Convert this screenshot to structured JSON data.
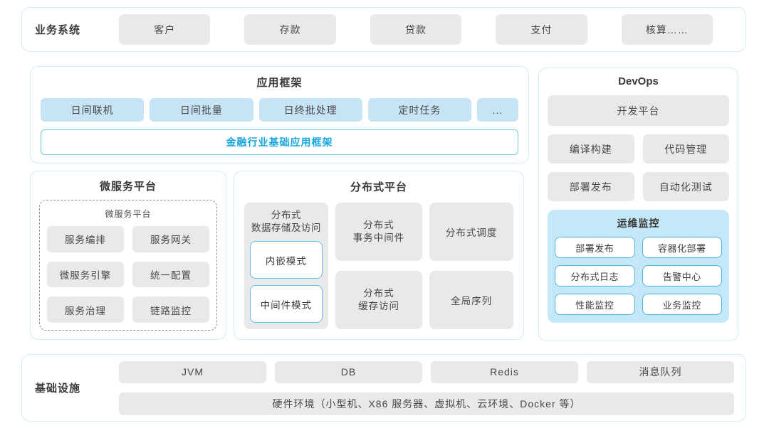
{
  "colors": {
    "panel_border": "#d2ebf5",
    "gray_box": "#e9e9e9",
    "blue_box": "#c7e4f5",
    "monitor_bg": "#c4e8f8",
    "monitor_box_border": "#4fb6e3",
    "accent_text": "#18a6e0",
    "text": "#404040"
  },
  "business": {
    "label": "业务系统",
    "items": [
      "客户",
      "存款",
      "贷款",
      "支付",
      "核算……"
    ]
  },
  "app_framework": {
    "title": "应用框架",
    "items": [
      "日间联机",
      "日间批量",
      "日终批处理",
      "定时任务",
      "..."
    ],
    "base_label": "金融行业基础应用框架"
  },
  "devops": {
    "title": "DevOps",
    "dev_platform": "开发平台",
    "items": [
      "编译构建",
      "代码管理",
      "部署发布",
      "自动化测试"
    ],
    "monitor": {
      "title": "运维监控",
      "items": [
        "部署发布",
        "容器化部署",
        "分布式日志",
        "告警中心",
        "性能监控",
        "业务监控"
      ]
    }
  },
  "microservice": {
    "title": "微服务平台",
    "inner_title": "微服务平台",
    "items": [
      "服务编排",
      "服务网关",
      "微服务引擎",
      "统一配置",
      "服务治理",
      "链路监控"
    ]
  },
  "distributed": {
    "title": "分布式平台",
    "storage_label": "分布式\n数据存储及访问",
    "storage_modes": [
      "内嵌模式",
      "中间件模式"
    ],
    "middle_items": [
      "分布式\n事务中间件",
      "分布式\n缓存访问"
    ],
    "right_items": [
      "分布式调度",
      "全局序列"
    ]
  },
  "infrastructure": {
    "label": "基础设施",
    "items": [
      "JVM",
      "DB",
      "Redis",
      "消息队列"
    ],
    "hardware_label": "硬件环境（小型机、X86 服务器、虚拟机、云环境、Docker 等）"
  }
}
